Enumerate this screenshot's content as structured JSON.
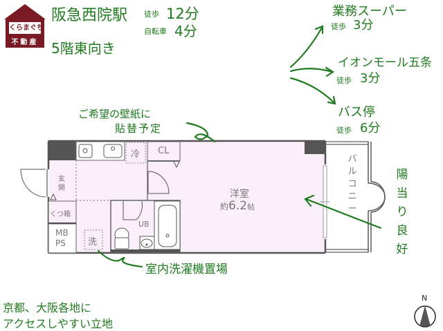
{
  "logo": {
    "brand": "くらまぐち",
    "subtitle": "不動産",
    "color": "#7a1a24"
  },
  "header": {
    "station": "阪急西院駅",
    "walk_label": "徒歩",
    "walk_time": "12分",
    "bike_label": "自転車",
    "bike_time": "4分",
    "floor_info": "5階東向き"
  },
  "nearby": [
    {
      "name": "業務スーパー",
      "walk_label": "徒歩",
      "time": "3分"
    },
    {
      "name": "イオンモール五条",
      "walk_label": "徒歩",
      "time": "3分"
    },
    {
      "name": "バス停",
      "walk_label": "徒歩",
      "time": "6分"
    }
  ],
  "annotations": {
    "wallpaper_line1": "ご希望の壁紙に",
    "wallpaper_line2": "貼替予定",
    "laundry": "室内洗濯機置場",
    "sunlight": [
      "陽",
      "当",
      "り",
      "良",
      "好"
    ],
    "access_line1": "京都、大阪各地に",
    "access_line2": "アクセスしやすい立地"
  },
  "floorplan": {
    "fridge": "冷",
    "closet": "CL",
    "entrance": [
      "玄",
      "関"
    ],
    "shoe_box": "くつ箱",
    "mbps_line1": "MB",
    "mbps_line2": "PS",
    "washer": "洗",
    "bath": "UB",
    "room_name": "洋室",
    "room_prefix": "約",
    "room_size": "6.2",
    "room_unit": "帖",
    "balcony": [
      "バ",
      "ル",
      "コ",
      "ニ",
      "ー"
    ],
    "room_color": "#fbeefb",
    "wall_color": "#555555"
  },
  "compass": {
    "label": "N"
  },
  "colors": {
    "annotation_green": "#1f7a1f"
  }
}
